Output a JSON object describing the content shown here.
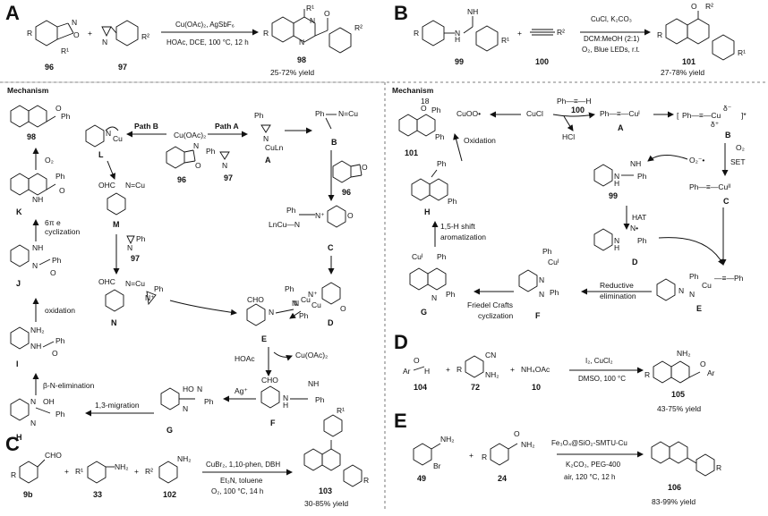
{
  "panels": {
    "A": {
      "label": "A",
      "reactant1": "96",
      "reactant2": "97",
      "product": "98",
      "conditions_top": "Cu(OAc)₂, AgSbF₆",
      "conditions_bottom": "HOAc, DCE, 100 °C, 12 h",
      "yield": "25-72% yield",
      "substituents": {
        "r": "R",
        "r1": "R¹",
        "r2": "R²"
      }
    },
    "B": {
      "label": "B",
      "reactant1": "99",
      "reactant2": "100",
      "product": "101",
      "conditions_top": "CuCl, K₂CO₃",
      "conditions_mid": "DCM:MeOH (2:1)",
      "conditions_bottom": "O₂, Blue LEDs, r.t.",
      "yield": "27-78% yield",
      "substituents": {
        "r": "R",
        "r1": "R¹",
        "r2": "R²"
      }
    },
    "C": {
      "label": "C",
      "reactant1": "9b",
      "reactant2": "33",
      "reactant3": "102",
      "product": "103",
      "conditions_top": "CuBr₂, 1,10-phen, DBH",
      "conditions_mid": "Et₃N, toluene",
      "conditions_bottom": "O₂, 100 °C, 14 h",
      "yield": "30-85% yield"
    },
    "D": {
      "label": "D",
      "reactant1": "104",
      "reactant2": "72",
      "reactant3": "10",
      "reagent": "NH₄OAc",
      "product": "105",
      "conditions_top": "I₂, CuCl₂",
      "conditions_bottom": "DMSO, 100 °C",
      "yield": "43-75% yield"
    },
    "E": {
      "label": "E",
      "reactant1": "49",
      "reactant2": "24",
      "product": "106",
      "conditions_top": "Fe₃O₄@SiO₂-SMTU-Cu",
      "conditions_mid": "K₂CO₃, PEG-400",
      "conditions_bottom": "air, 120 °C, 12 h",
      "yield": "83-99% yield"
    }
  },
  "mechanism_a": {
    "title": "Mechanism",
    "path_a": "Path A",
    "path_b": "Path B",
    "cu_oac": "Cu(OAc)₂",
    "cu_oac_out": "Cu(OAc)₂",
    "hoac": "HOAc",
    "ag": "Ag⁺",
    "o2": "O₂",
    "steps": {
      "s1": "6π e",
      "s1b": "cyclization",
      "s2": "oxidation",
      "s3": "β-N-elimination",
      "s4": "1,3-migration"
    },
    "intermediates": [
      "A",
      "B",
      "C",
      "D",
      "E",
      "F",
      "G",
      "H",
      "I",
      "J",
      "K",
      "L",
      "M",
      "N"
    ],
    "compound_labels": {
      "c96a": "96",
      "c96b": "96",
      "c97a": "97",
      "c97b": "97",
      "c98": "98"
    }
  },
  "mechanism_b": {
    "title": "Mechanism",
    "cucl": "CuCl",
    "cuoo": "CuOO•",
    "hcl": "HCl",
    "alkyne": "Ph—≡—H",
    "alkyne_num": "100",
    "cu1": "Ph—≡—Cuᴵ",
    "cu2": "Ph—≡—Cuᴵᴵ",
    "o2": "O₂",
    "o2rad": "O₂⁻•",
    "set": "SET",
    "hat": "HAT",
    "oxidation": "Oxidation",
    "shift1": "1,5-H shift",
    "shift2": "aromatization",
    "fc1": "Friedel Crafts",
    "fc2": "cyclization",
    "re1": "Reductive",
    "re2": "elimination",
    "intermediates": [
      "A",
      "B",
      "C",
      "D",
      "E",
      "F",
      "G",
      "H"
    ],
    "compound_labels": {
      "c99": "99",
      "c101": "101"
    }
  }
}
